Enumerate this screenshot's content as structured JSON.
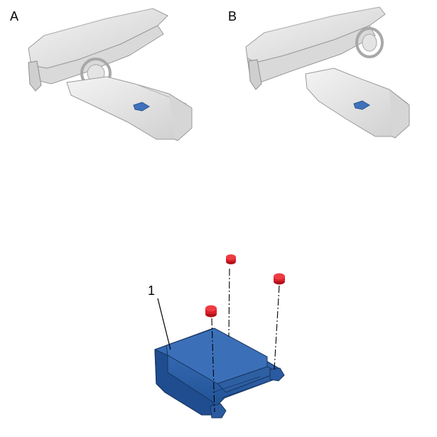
{
  "views": {
    "left_label": "A",
    "right_label": "B"
  },
  "callout": {
    "label": "1"
  },
  "colors": {
    "component_blue": "#2f62a8",
    "fastener_red": "#d8202a",
    "line": "#000000",
    "vehicle_gray": "#e6e6e6"
  }
}
